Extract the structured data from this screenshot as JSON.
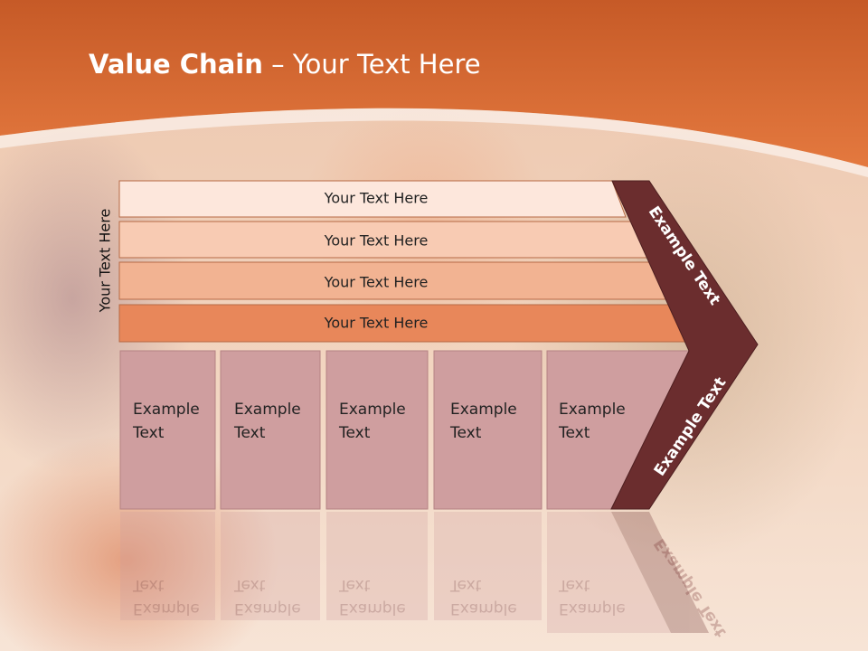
{
  "title": {
    "bold": "Value Chain",
    "rest": " – Your Text Here"
  },
  "side_label": "Your Text Here",
  "bands": [
    {
      "label": "Your Text Here",
      "color": "#fde7dc"
    },
    {
      "label": "Your Text Here",
      "color": "#f8cbb3"
    },
    {
      "label": "Your Text Here",
      "color": "#f2b392"
    },
    {
      "label": "Your Text Here",
      "color": "#e8875a"
    }
  ],
  "cells": [
    {
      "line1": "Example",
      "line2": "Text"
    },
    {
      "line1": "Example",
      "line2": "Text"
    },
    {
      "line1": "Example",
      "line2": "Text"
    },
    {
      "line1": "Example",
      "line2": "Text"
    },
    {
      "line1": "Example",
      "line2": "Text"
    }
  ],
  "chevron": {
    "upper_label": "Example Text",
    "lower_label": "Example Text",
    "color": "#6b2d2e"
  },
  "colors": {
    "header": "#e0733a",
    "cell_fill": "#cf9e9f"
  }
}
